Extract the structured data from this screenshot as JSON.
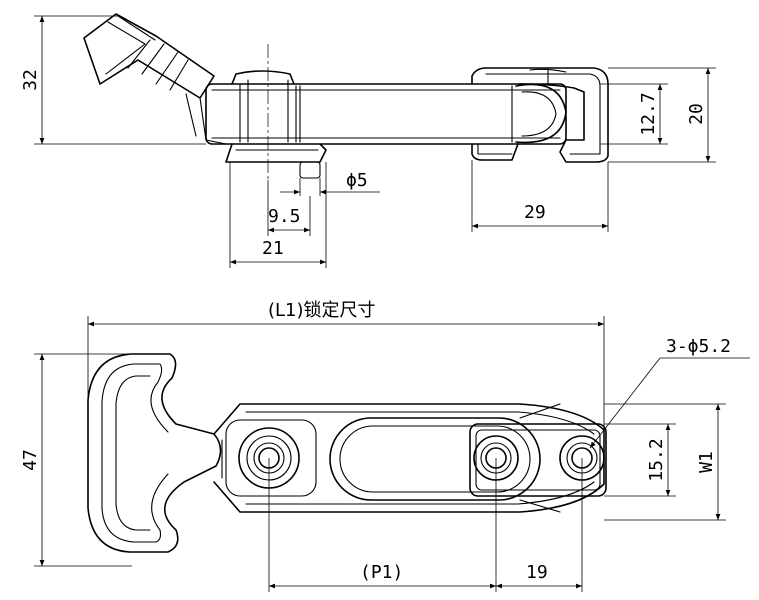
{
  "dimensions": {
    "height_total": "32",
    "height_body": "20",
    "height_hook": "12.7",
    "pin_diameter": "ϕ5",
    "offset_pin": "9.5",
    "width_hinge": "21",
    "width_keeper": "29",
    "lock_length": "(L1)锁定尺寸",
    "hole_callout": "3-ϕ5.2",
    "hole_spacing_v": "15.2",
    "width_w1": "W1",
    "height_handle": "47",
    "pitch_p1": "(P1)",
    "pitch_19": "19"
  },
  "colors": {
    "line": "#000000",
    "background": "#ffffff"
  }
}
